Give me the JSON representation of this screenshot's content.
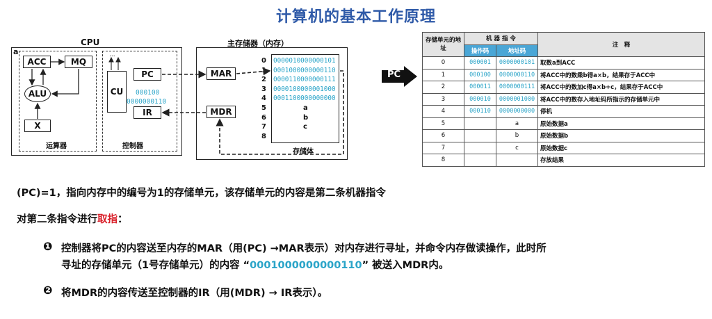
{
  "title": "计算机的基本工作原理",
  "cpu": {
    "label": "CPU",
    "corner_label": "a",
    "acc": "ACC",
    "mq": "MQ",
    "alu": "ALU",
    "x": "X",
    "alu_unit_label": "运算器",
    "cu": "CU",
    "pc": "PC",
    "ir": "IR",
    "pc_value": "000100",
    "ir_value": "0000000110",
    "control_unit_label": "控制器",
    "dots": "..."
  },
  "memory": {
    "label": "主存储器（内存）",
    "mar": "MAR",
    "mdr": "MDR",
    "storage_label": "存储体",
    "addresses": [
      "0",
      "1",
      "2",
      "3",
      "4",
      "5",
      "6",
      "7",
      "8"
    ],
    "contents": [
      "0000010000000101",
      "0001000000000110",
      "0000110000000111",
      "0000100000001000",
      "0001100000000000",
      "a",
      "b",
      "c",
      ""
    ]
  },
  "pc_arrow_label": "PC",
  "table": {
    "header_addr": "存储单元的地址",
    "header_instr": "机 器 指 令",
    "header_opcode": "操作码",
    "header_addrcode": "地址码",
    "header_note": "注　释",
    "rows": [
      {
        "addr": "0",
        "op": "000001",
        "code": "0000000101",
        "note": "取数a到ACC"
      },
      {
        "addr": "1",
        "op": "000100",
        "code": "0000000110",
        "note": "将ACC中的数乘b得a×b，结果存于ACC中"
      },
      {
        "addr": "2",
        "op": "000011",
        "code": "0000000111",
        "note": "将ACC中的数加c得a×b+c，结果存于ACC中"
      },
      {
        "addr": "3",
        "op": "000010",
        "code": "0000001000",
        "note": "将ACC中的数存入地址码所指示的存储单元中"
      },
      {
        "addr": "4",
        "op": "000110",
        "code": "0000000000",
        "note": "停机"
      },
      {
        "addr": "5",
        "op": "",
        "code": "a",
        "note": "原始数据a"
      },
      {
        "addr": "6",
        "op": "",
        "code": "b",
        "note": "原始数据b"
      },
      {
        "addr": "7",
        "op": "",
        "code": "c",
        "note": "原始数据c"
      },
      {
        "addr": "8",
        "op": "",
        "code": "",
        "note": "存放结果"
      }
    ]
  },
  "body": {
    "line1": "(PC)=1，指向内存中的编号为1的存储单元，该存储单元的内容是第二条机器指令",
    "line2_prefix": "对第二条指令进行",
    "line2_highlight": "取指",
    "line2_suffix": "：",
    "bullet1": "❶",
    "bullet1_line1": "控制器将PC的内容送至内存的MAR（用(PC) →MAR表示）对内存进行寻址，并命令内存做读操作，此时所",
    "bullet1_line2_prefix": "寻址的存储单元（1号存储单元）的内容 “",
    "bullet1_line2_value": "0001000000000110",
    "bullet1_line2_suffix": "” 被送入MDR内。",
    "bullet2": "❷",
    "bullet2_text": "将MDR的内容传送至控制器的IR（用(MDR) → IR表示）。"
  }
}
